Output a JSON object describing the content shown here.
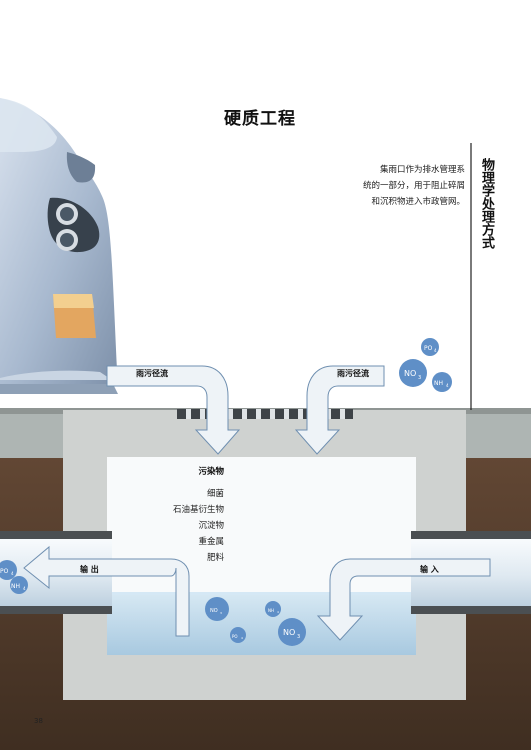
{
  "title": "硬质工程",
  "vertical_title": "物理学处理方式",
  "intro": {
    "line1": "集雨口作为排水管理系",
    "line2": "统的一部分，用于阻止碎屑",
    "line3": "和沉积物进入市政管网。"
  },
  "labels": {
    "runoff_left": "雨污径流",
    "runoff_right": "雨污径流",
    "output": "输  出",
    "input": "输  入"
  },
  "pollutants": {
    "title": "污染物",
    "items": [
      "细菌",
      "石油基衍生物",
      "沉淀物",
      "重金属",
      "肥料"
    ]
  },
  "chemicals": {
    "po4": "PO",
    "po4_sub": "4",
    "no3": "NO",
    "no3_sub": "3",
    "nh4": "NH",
    "nh4_sub": "4",
    "no3_small": "NO",
    "no3_small_sub": "3",
    "nh4_small": "NH",
    "nh4_small_sub": "4",
    "po4_small": "PO",
    "po4_small_sub": "4"
  },
  "page_number": "38",
  "colors": {
    "sky_soil": "#5b4230",
    "concrete": "#c9cbc9",
    "water": "#b9d6ea",
    "bubble": "#5f8fc7",
    "arrow_fill": "#eef3f7",
    "arrow_stroke": "#6f8fb0"
  },
  "icons": {
    "car": "car-illustration",
    "grate": "grate-icon",
    "arrow": "flow-arrow-icon",
    "bubble": "chemical-bubble-icon"
  }
}
